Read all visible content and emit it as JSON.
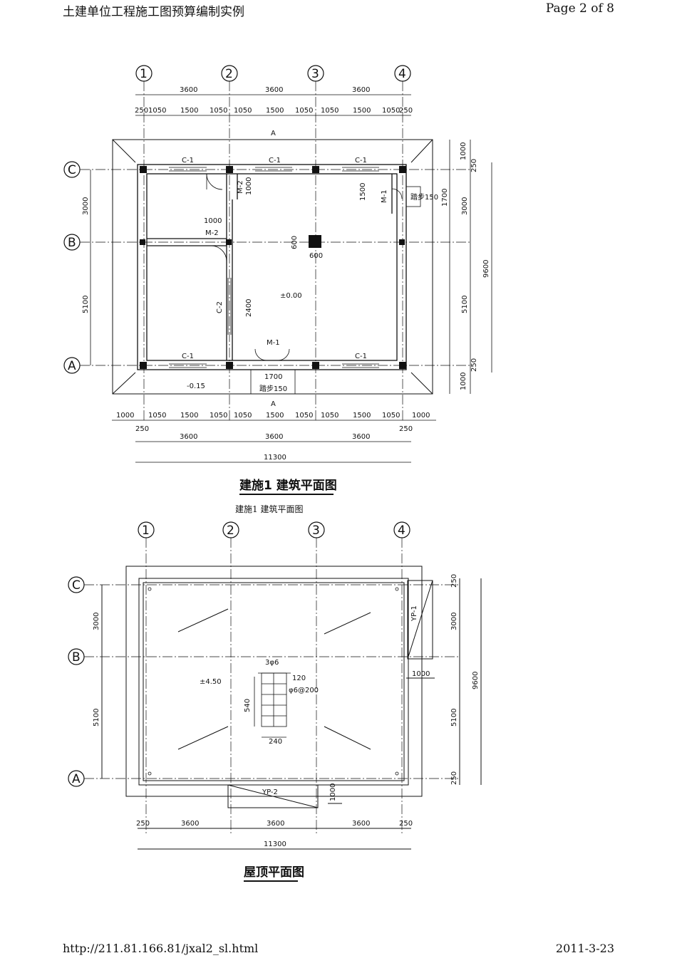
{
  "header": {
    "doc_title": "土建单位工程施工图预算编制实例",
    "page": "Page 2 of 8"
  },
  "footer": {
    "url": "http://211.81.166.81/jxal2_sl.html",
    "date": "2011-3-23"
  },
  "plan1": {
    "axis_cols": [
      "1",
      "2",
      "3",
      "4"
    ],
    "axis_rows": [
      "C",
      "B",
      "A"
    ],
    "top_dim_main": [
      "3600",
      "3600",
      "3600"
    ],
    "top_dim_detail": [
      "250",
      "1050",
      "1500",
      "1050",
      "1050",
      "1500",
      "1050",
      "1050",
      "1500",
      "1050",
      "250"
    ],
    "bottom_dim_detail": [
      "1000",
      "1050",
      "1500",
      "1050",
      "1050",
      "1500",
      "1050",
      "1050",
      "1500",
      "1050",
      "1000"
    ],
    "bottom_dim_main": [
      "3600",
      "3600",
      "3600"
    ],
    "bottom_dim_edge": [
      "250",
      "250"
    ],
    "total": "11300",
    "right_dims": [
      "1000",
      "250",
      "1700",
      "3000",
      "5100",
      "250",
      "1000"
    ],
    "right_total": "9600",
    "left_dims": [
      "3000",
      "5100"
    ],
    "labels": {
      "c1": "C-1",
      "c2": "C-2",
      "m1": "M-1",
      "m2": "M-2",
      "m2_w": "1000",
      "m2_h": "1000",
      "m1_w": "1700",
      "m1_step": "踏步150",
      "door1500": "1500",
      "step150": "踏步150",
      "col_size": "600",
      "col_size2": "600",
      "elev0": "±0.00",
      "elev_out": "-0.15",
      "h2400": "2400",
      "section_a": "A"
    },
    "title": "建施1 建筑平面图",
    "caption": "建施1  建筑平面图"
  },
  "plan2": {
    "axis_cols": [
      "1",
      "2",
      "3",
      "4"
    ],
    "axis_rows": [
      "C",
      "B",
      "A"
    ],
    "bottom_dims": [
      "250",
      "3600",
      "3600",
      "3600",
      "250"
    ],
    "total": "11300",
    "right_dims": [
      "250",
      "3000",
      "5100",
      "250"
    ],
    "right_total": "9600",
    "left_dims": [
      "3000",
      "5100"
    ],
    "labels": {
      "elev": "±4.50",
      "yp1": "YP-1",
      "yp2": "YP-2",
      "d1000": "1000",
      "d1000b": "1000",
      "rebar": "3φ6",
      "rebar2": "φ6@200",
      "h540": "540",
      "w240": "240",
      "t120": "120"
    },
    "title": "屋顶平面图"
  }
}
